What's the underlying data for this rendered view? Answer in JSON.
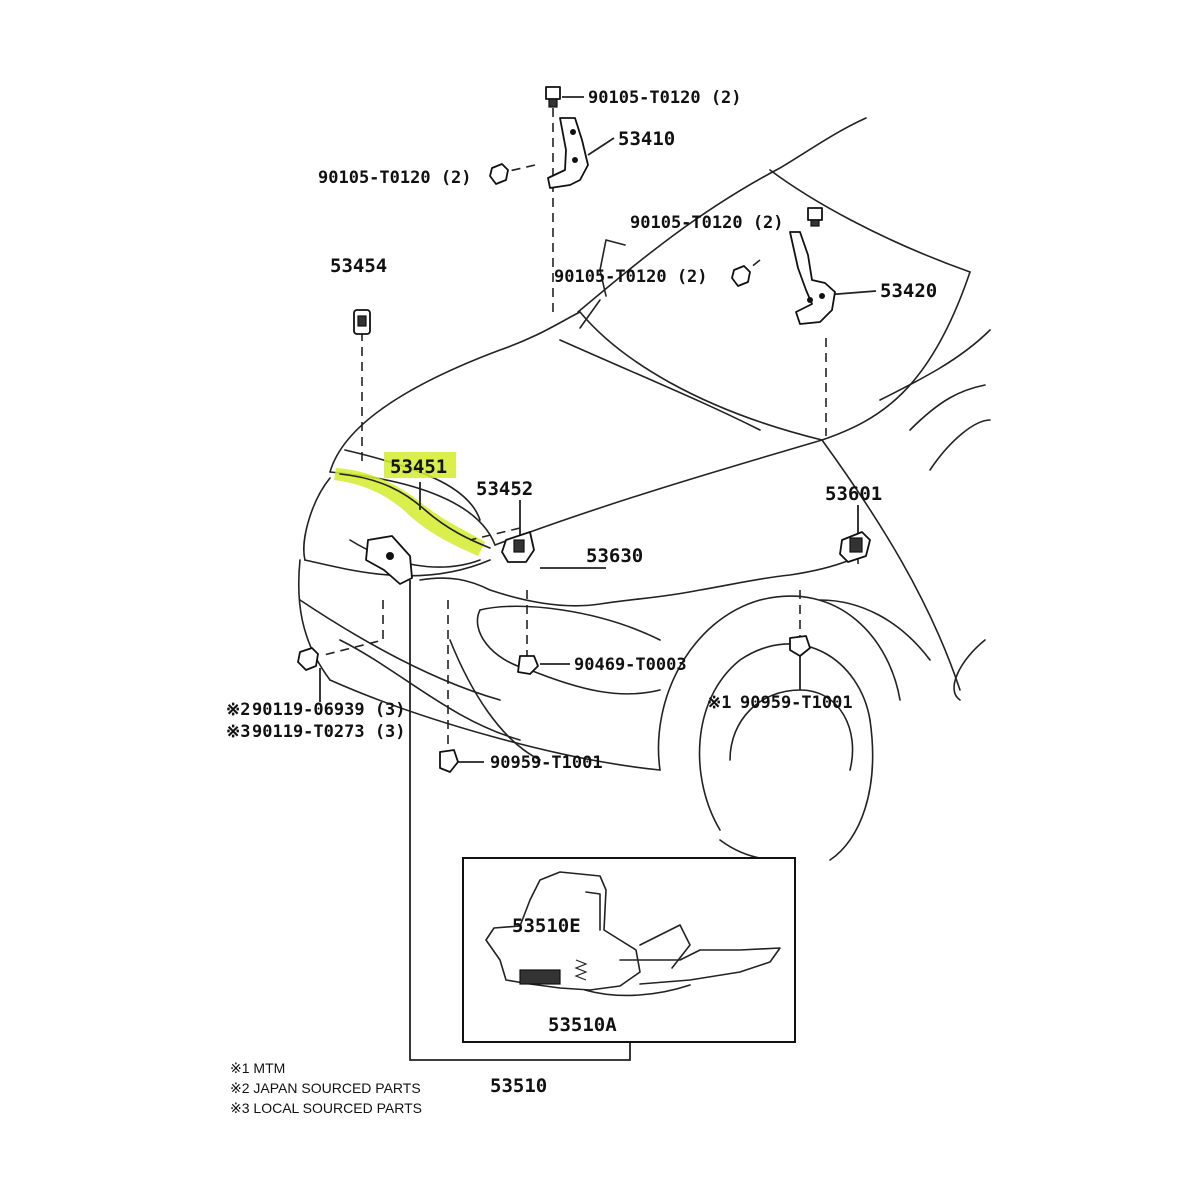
{
  "accent": {
    "highlight": "#d4ec2c"
  },
  "labels": {
    "bolt_hinge_left_top": "90105-T0120 (2)",
    "hinge_left": "53410",
    "bolt_hinge_left_side": "90105-T0120 (2)",
    "bolt_hinge_right_top": "90105-T0120 (2)",
    "bolt_hinge_right_side": "90105-T0120 (2)",
    "hinge_right": "53420",
    "cushion": "53454",
    "seal": "53451",
    "hood_lock": "53452",
    "release_lever": "53601",
    "release_cable": "53630",
    "clip_cable": "90469-T0003",
    "mark_1_prefix": "※1",
    "clip_right": "90959-T1001",
    "mark_2_prefix": "※2",
    "bolt_japan": "90119-06939 (3)",
    "mark_3_prefix": "※3",
    "bolt_local": "90119-T0273 (3)",
    "clip_lower": "90959-T1001",
    "latch_sub_b": "53510E",
    "latch_sub_a": "53510A",
    "latch_assy": "53510"
  },
  "notes": [
    "※1 MTM",
    "※2 JAPAN SOURCED PARTS",
    "※3 LOCAL SOURCED PARTS"
  ]
}
